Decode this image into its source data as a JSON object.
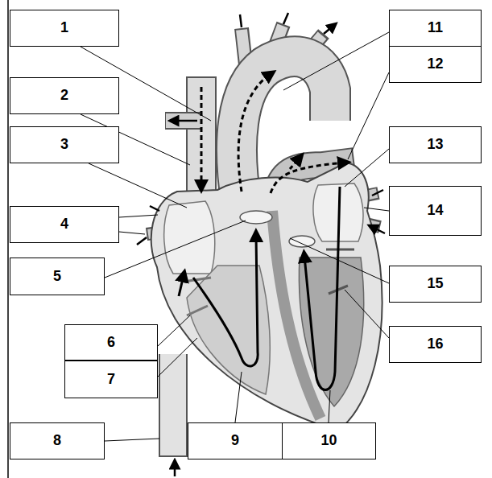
{
  "diagram": {
    "nodes": [
      {
        "text": [
          "1"
        ]
      },
      {
        "text": [
          "2"
        ]
      },
      {
        "text": [
          "3"
        ]
      },
      {
        "text": [
          "4"
        ]
      },
      {
        "text": [
          "5"
        ]
      },
      {
        "text": [
          "6"
        ]
      },
      {
        "text": [
          "7"
        ]
      },
      {
        "text": [
          "8"
        ]
      },
      {
        "text": [
          "9"
        ]
      },
      {
        "text": [
          "10"
        ]
      },
      {
        "text": [
          "11"
        ]
      },
      {
        "text": [
          "12"
        ]
      },
      {
        "text": [
          "13"
        ]
      },
      {
        "text": [
          "14"
        ]
      },
      {
        "text": [
          "15"
        ]
      },
      {
        "text": [
          "16"
        ]
      }
    ],
    "edges": []
  }
}
